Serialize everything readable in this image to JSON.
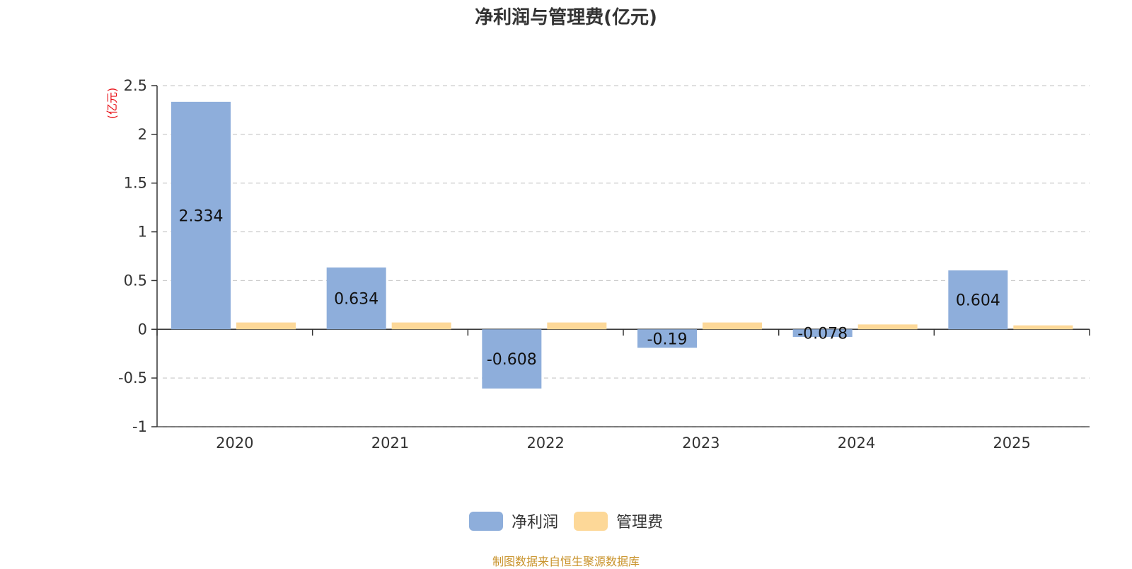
{
  "chart_data": {
    "type": "bar",
    "title": "净利润与管理费(亿元)",
    "unit_label": "(亿元)",
    "categories": [
      "2020",
      "2021",
      "2022",
      "2023",
      "2024",
      "2025"
    ],
    "series": [
      {
        "name": "净利润",
        "color": "#8eaedb",
        "values": [
          2.334,
          0.634,
          -0.608,
          -0.19,
          -0.078,
          0.604
        ],
        "labels": [
          "2.334",
          "0.634",
          "-0.608",
          "-0.19",
          "-0.078",
          "0.604"
        ]
      },
      {
        "name": "管理费",
        "color": "#fdd898",
        "values": [
          0.07,
          0.07,
          0.07,
          0.07,
          0.05,
          0.04
        ]
      }
    ],
    "ylim": [
      -1,
      2.5
    ],
    "yticks": [
      -1,
      -0.5,
      0,
      0.5,
      1,
      1.5,
      2,
      2.5
    ],
    "ytick_labels": [
      "-1",
      "-0.5",
      "0",
      "0.5",
      "1",
      "1.5",
      "2",
      "2.5"
    ],
    "grid": true,
    "legend_position": "bottom-center"
  },
  "footer": {
    "source": "制图数据来自恒生聚源数据库"
  }
}
